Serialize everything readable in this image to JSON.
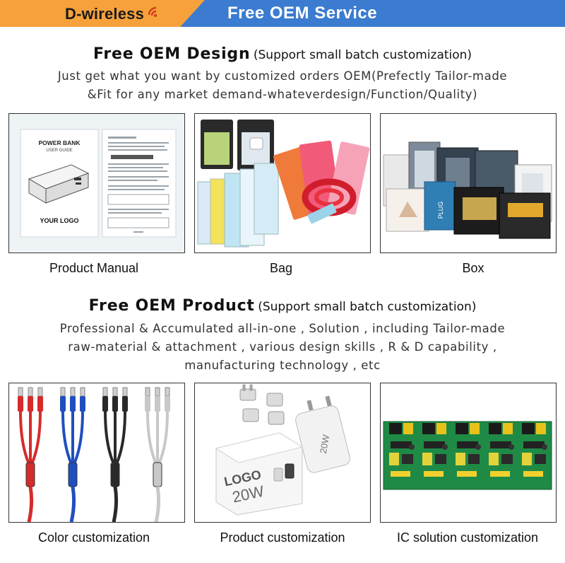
{
  "banner": {
    "brand": "D-wireless",
    "title": "Free OEM Service",
    "colors": {
      "banner": "#3b7bd0",
      "brand_tab": "#f6a13b"
    }
  },
  "design_section": {
    "heading": "Free OEM Design",
    "subheading": "(Support small batch customization)",
    "description_lines": [
      "Just get what you want by customized orders OEM(Prefectly Tailor-made",
      "&Fit for any market demand-whateverdesign/Function/Quality)"
    ],
    "items": [
      {
        "caption": "Product Manual",
        "image": "power-bank-manual",
        "manual_title": "POWER BANK",
        "manual_subtitle": "USER GUIDE",
        "manual_logo": "YOUR LOGO"
      },
      {
        "caption": "Bag",
        "image": "packaging-bags"
      },
      {
        "caption": "Box",
        "image": "packaging-boxes"
      }
    ]
  },
  "product_section": {
    "heading": "Free OEM Product",
    "subheading": "(Support small batch customization)",
    "description_lines": [
      "Professional & Accumulated all-in-one , Solution , including Tailor-made",
      "raw-material & attachment , various design skills , R & D capability ,",
      "manufacturing technology , etc"
    ],
    "items": [
      {
        "caption": "Color customization",
        "image": "colored-cables",
        "cable_colors": [
          "#d62b2b",
          "#1f4fbf",
          "#2a2a2a",
          "#c8c8c8"
        ]
      },
      {
        "caption": "Product customization",
        "image": "chargers",
        "charger_logo": "LOGO",
        "charger_rating": "20W",
        "charger_rating_small": "20W"
      },
      {
        "caption": "IC solution customization",
        "image": "circuit-boards"
      }
    ]
  }
}
